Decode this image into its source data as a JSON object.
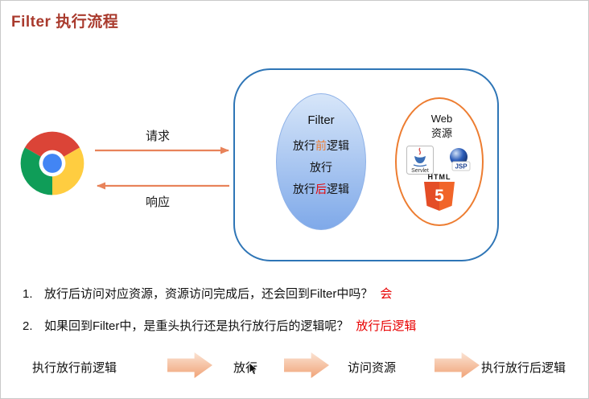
{
  "title": "Filter 执行流程",
  "diagram": {
    "request_label": "请求",
    "response_label": "响应",
    "filter": {
      "name": "Filter",
      "line1_a": "放行",
      "line1_b": "前",
      "line1_c": "逻辑",
      "line2": "放行",
      "line3_a": "放行",
      "line3_b": "后",
      "line3_c": "逻辑"
    },
    "web": {
      "line1": "Web",
      "line2": "资源",
      "servlet_label": "Servlet",
      "jsp_label": "JSP",
      "html_label": "HTML",
      "html_number": "5"
    }
  },
  "questions": [
    {
      "num": "1.",
      "text": "放行后访问对应资源，资源访问完成后，还会回到Filter中吗？",
      "answer": "会"
    },
    {
      "num": "2.",
      "text": "如果回到Filter中，是重头执行还是执行放行后的逻辑呢？",
      "answer": "放行后逻辑"
    }
  ],
  "flow": {
    "steps": [
      "执行放行前逻辑",
      "放行",
      "访问资源",
      "执行放行后逻辑"
    ]
  },
  "icons": {
    "browser": "chrome-logo",
    "cursor": "mouse-pointer",
    "web_stack": [
      "servlet-icon",
      "jsp-icon",
      "html5-icon"
    ]
  },
  "colors": {
    "title": "#A93A2D",
    "answer": "#E80000",
    "hl_front": "#ED7D31",
    "hl_back": "#E80000",
    "arrow": "#E8835A",
    "box_border": "#2E75B6",
    "filter_fill_top": "#D7E6F9",
    "filter_fill_bottom": "#7FA9E9",
    "web_border": "#ED7D31",
    "flow_arrow_top": "#FBE3D3",
    "flow_arrow_bottom": "#F0A377"
  }
}
